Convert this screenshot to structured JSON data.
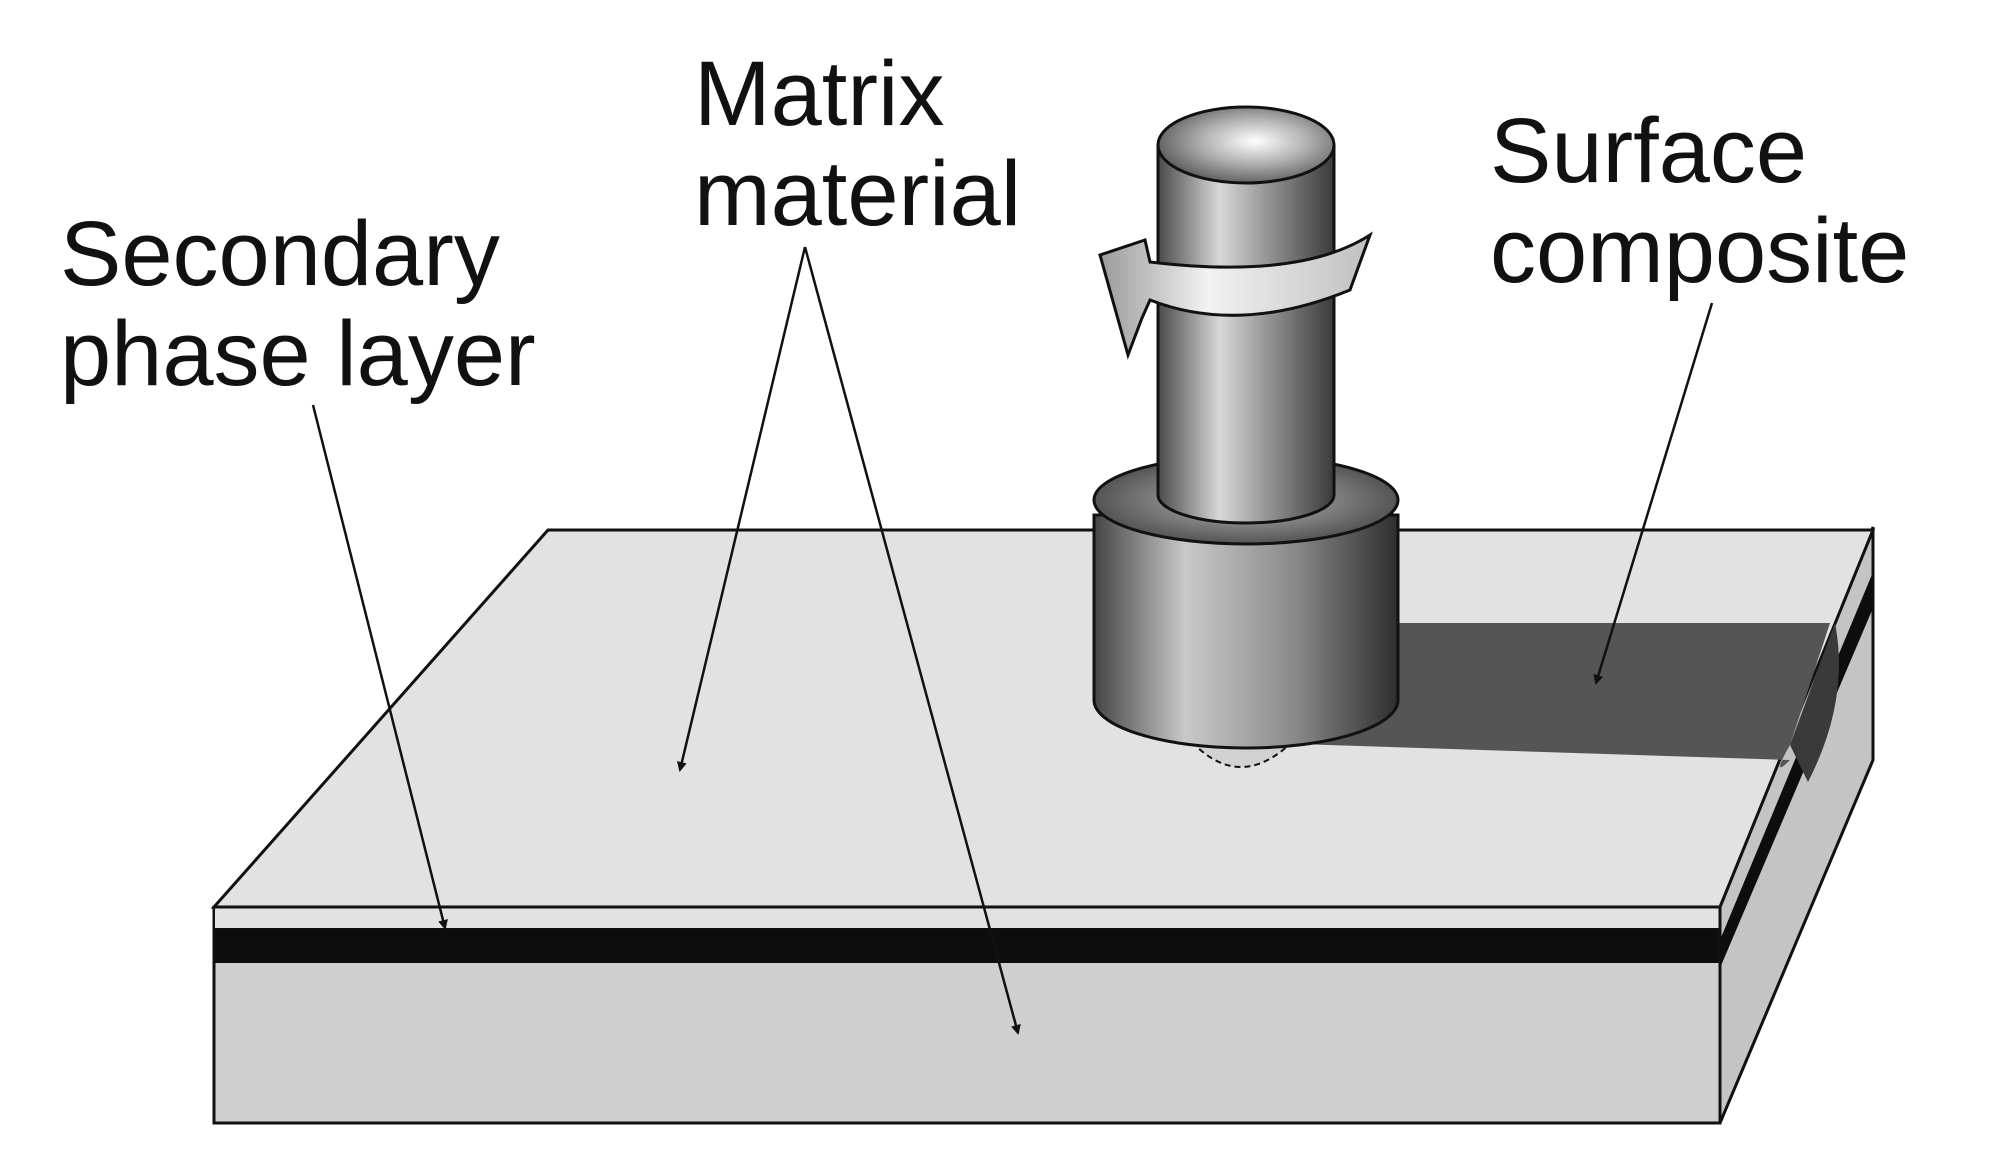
{
  "labels": {
    "secondary_line1": "Secondary",
    "secondary_line2": "phase layer",
    "matrix_line1": "Matrix",
    "matrix_line2": "material",
    "surface_line1": "Surface",
    "surface_line2": "composite"
  },
  "colors": {
    "plate_top": "#e2e2e2",
    "plate_front": "#cfcfcf",
    "plate_side": "#c4c4c4",
    "secondary_layer": "#0d0d0d",
    "surface_composite": "#555555",
    "outline": "#111111"
  }
}
